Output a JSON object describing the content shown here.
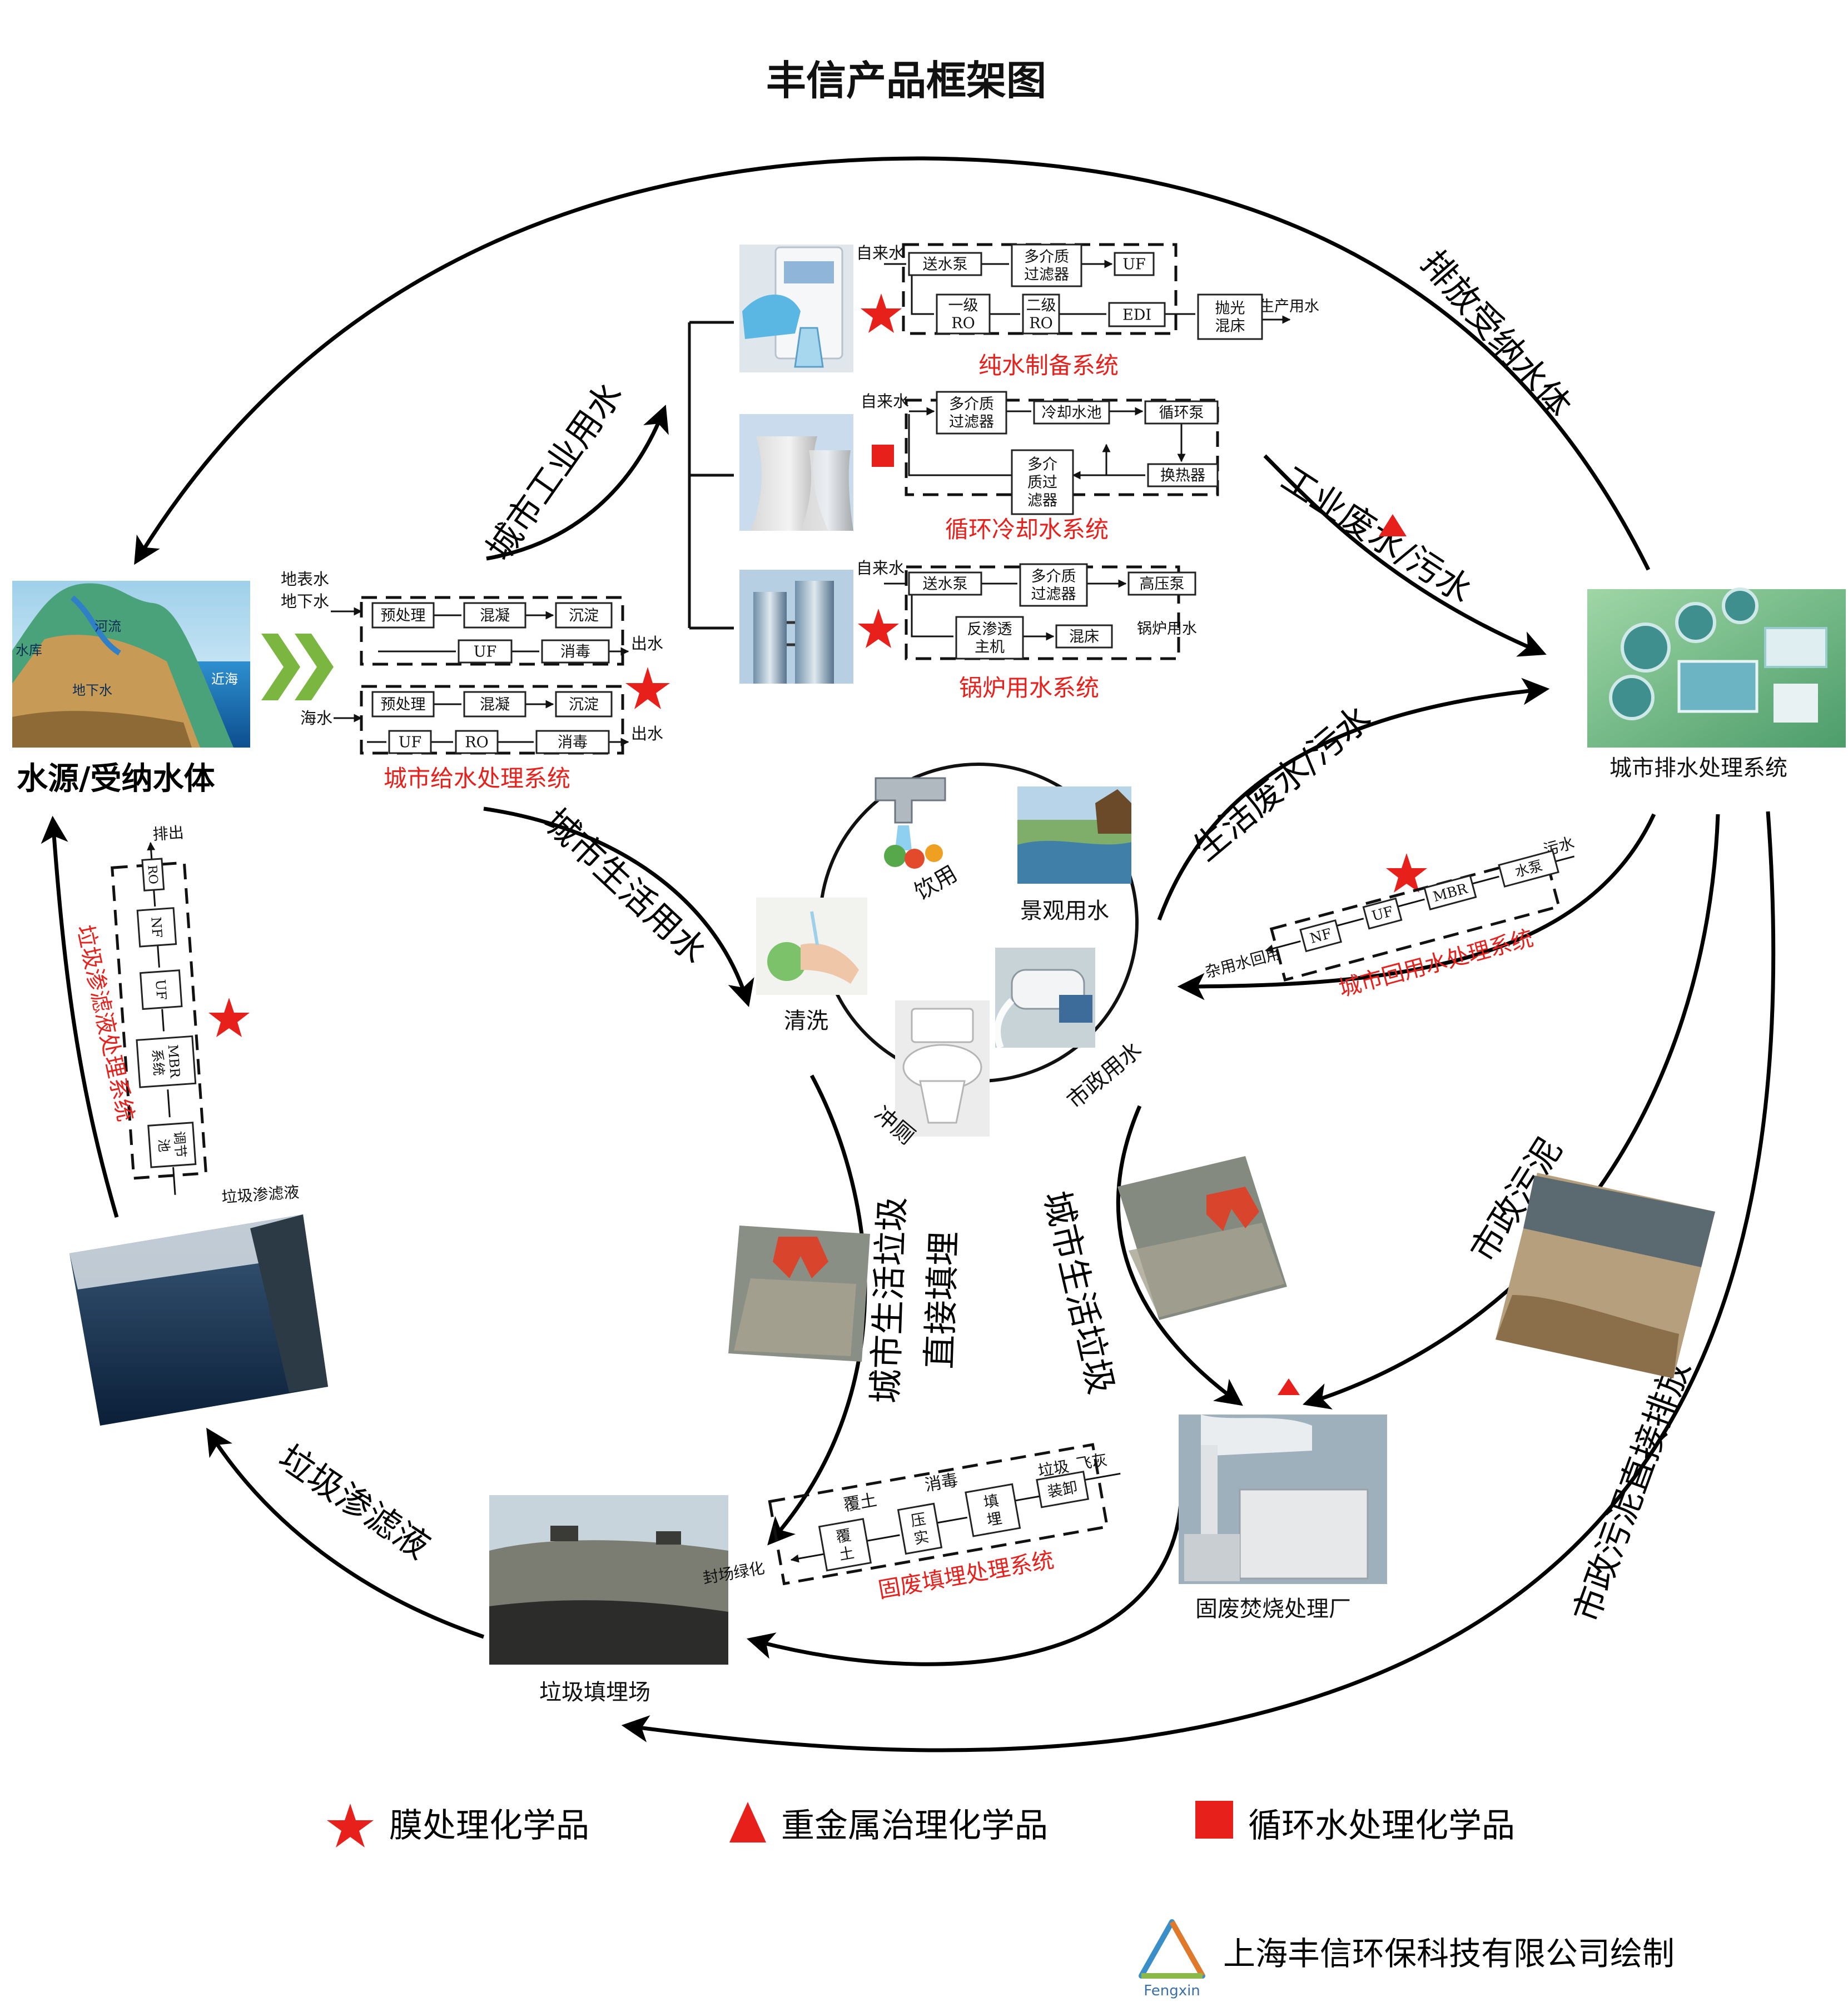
{
  "title": "丰信产品框架图",
  "arrows": {
    "discharge": "排放受纳水体",
    "industrial_water": "城市工业用水",
    "industrial_waste": "工业废水/污水",
    "domestic_waste": "生活废水/污水",
    "domestic_water": "城市生活用水",
    "municipal_sludge": "市政污泥",
    "sludge_direct": "市政污泥直接排放",
    "domestic_garbage": "城市生活垃圾",
    "garbage_direct_line1": "城市生活垃圾",
    "garbage_direct_line2": "直接填埋",
    "leachate": "垃圾渗滤液"
  },
  "nodes": {
    "water_source": "水源/受纳水体",
    "drainage": "城市排水处理系统",
    "incineration": "固废焚烧处理厂",
    "landfill": "垃圾填埋场"
  },
  "water_photo_labels": {
    "river": "河流",
    "lake": "水库",
    "groundwater": "地下水",
    "sea": "近海"
  },
  "supply": {
    "title": "城市给水处理系统",
    "input_surface": "地表水",
    "input_ground": "地下水",
    "input_sea": "海水",
    "output": "出水",
    "row1": [
      "预处理",
      "混凝",
      "沉淀"
    ],
    "row2": [
      "UF",
      "消毒"
    ],
    "row3": [
      "预处理",
      "混凝",
      "沉淀"
    ],
    "row4": [
      "UF",
      "RO",
      "消毒"
    ]
  },
  "pure_water": {
    "title": "纯水制备系统",
    "input": "自来水",
    "output": "生产用水",
    "row1": [
      "送水泵",
      "多介质过滤器",
      "UF"
    ],
    "row2": [
      "一级RO",
      "二级RO",
      "EDI",
      "抛光混床"
    ]
  },
  "cooling": {
    "title": "循环冷却水系统",
    "input": "自来水",
    "boxes": [
      "多介质过滤器",
      "冷却水池",
      "循环泵",
      "换热器",
      "多介质过滤器"
    ]
  },
  "boiler": {
    "title": "锅炉用水系统",
    "input": "自来水",
    "output": "锅炉用水",
    "row1": [
      "送水泵",
      "多介质过滤器",
      "高压泵"
    ],
    "row2": [
      "反渗透主机",
      "混床"
    ]
  },
  "uses": {
    "drinking": "饮用",
    "landscape": "景观用水",
    "washing": "清洗",
    "toilet": "冲厕",
    "municipal": "市政用水"
  },
  "reuse": {
    "title": "城市回用水处理系统",
    "input": "污水",
    "output": "杂用水回用",
    "boxes": [
      "水泵",
      "MBR",
      "UF",
      "NF"
    ]
  },
  "leachate_sys": {
    "title": "垃圾渗滤液处理系统",
    "input": "垃圾渗滤液",
    "output": "排出",
    "boxes": [
      "调节池",
      "MBR系统",
      "UF",
      "NF",
      "RO"
    ]
  },
  "landfill_sys": {
    "title": "固废填埋处理系统",
    "input_garbage": "垃圾",
    "input_ash": "飞灰",
    "output": "封场绿化",
    "boxes": [
      "装卸",
      "填埋",
      "压实",
      "覆土"
    ],
    "label_cover": "覆土",
    "label_disinfect": "消毒"
  },
  "legend": {
    "membrane": "膜处理化学品",
    "heavy_metal": "重金属治理化学品",
    "circulating": "循环水处理化学品"
  },
  "footer": {
    "company": "上海丰信环保科技有限公司绘制",
    "logo_text": "Fengxin"
  },
  "colors": {
    "marker_red": "#e8201c",
    "chevron_green": "#7ab640"
  }
}
